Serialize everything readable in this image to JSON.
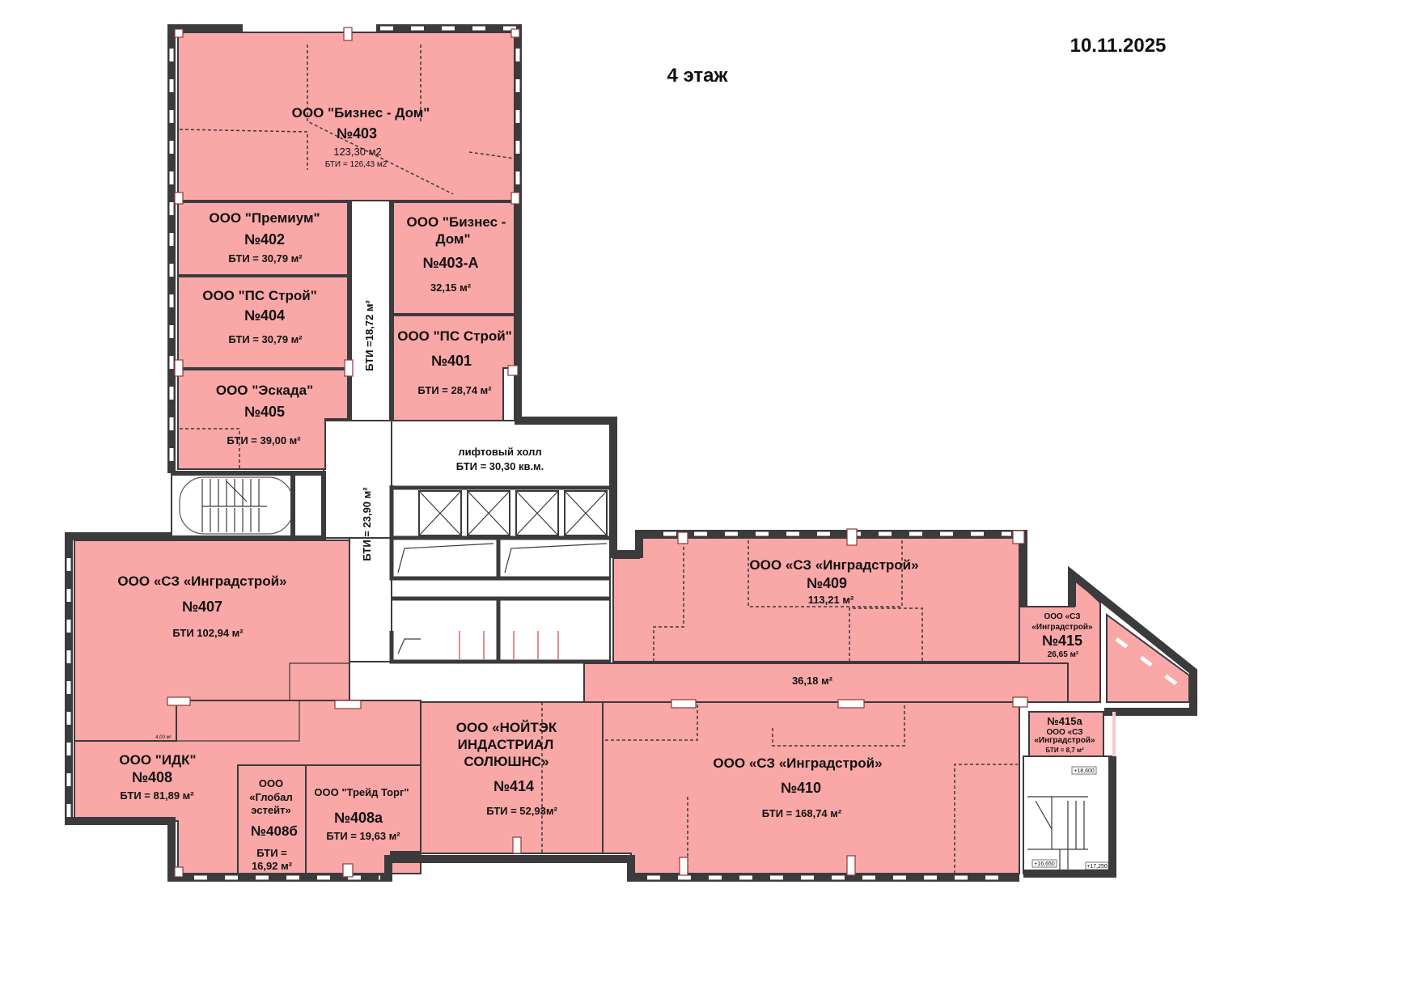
{
  "header": {
    "floor": "4 этаж",
    "date": "10.11.2025"
  },
  "rooms": {
    "r403": {
      "tenant": "ООО \"Бизнес - Дом\"",
      "number": "№403",
      "area": "123,30 м2",
      "bti": "БТИ = 126,43 м2"
    },
    "r402": {
      "tenant": "ООО \"Премиум\"",
      "number": "№402",
      "bti": "БТИ = 30,79 м²"
    },
    "r404": {
      "tenant": "ООО \"ПС Строй\"",
      "number": "№404",
      "bti": "БТИ = 30,79 м²"
    },
    "r405": {
      "tenant": "ООО \"Эскада\"",
      "number": "№405",
      "bti": "БТИ = 39,00 м²"
    },
    "r403a": {
      "tenant_lines": [
        "ООО \"Бизнес -",
        "Дом\""
      ],
      "number": "№403-А",
      "area": "32,15 м²"
    },
    "r401": {
      "tenant": "ООО \"ПС Строй\"",
      "number": "№401",
      "bti": "БТИ = 28,74 м²"
    },
    "lift_hall": {
      "name": "лифтовый холл",
      "bti": "БТИ = 30,30 кв.м."
    },
    "corridor_upper": {
      "bti": "БТИ =18,72 м²"
    },
    "corridor_lower": {
      "bti": "БТИ = 23,90 м²"
    },
    "r407": {
      "tenant": "ООО «СЗ «Инградстрой»",
      "number": "№407",
      "bti": "БТИ 102,94 м²",
      "small_area": "4,00 м²"
    },
    "r408": {
      "tenant": "ООО \"ИДК\"",
      "number": "№408",
      "bti": "БТИ = 81,89 м²"
    },
    "r408b": {
      "tenant_lines": [
        "ООО",
        "«Глобал",
        "эстейт»"
      ],
      "number": "№408б",
      "bti_lines": [
        "БТИ =",
        "16,92 м²"
      ]
    },
    "r408a": {
      "tenant": "ООО \"Трейд Торг\"",
      "number": "№408а",
      "bti": "БТИ = 19,63 м²"
    },
    "r414": {
      "tenant_lines": [
        "ООО «НОЙТЭК",
        "ИНДАСТРИАЛ",
        "СОЛЮШНС»"
      ],
      "number": "№414",
      "bti": "БТИ = 52,93м²"
    },
    "r409": {
      "tenant": "ООО «СЗ «Инградстрой»",
      "number": "№409",
      "area": "113,21 м²"
    },
    "corridor_east": {
      "area": "36,18 м²"
    },
    "r410": {
      "tenant": "ООО «СЗ «Инградстрой»",
      "number": "№410",
      "bti": "БТИ = 168,74 м²"
    },
    "r415": {
      "tenant_lines": [
        "ООО «СЗ",
        "«Инградстрой»"
      ],
      "number": "№415",
      "area": "26,65 м²"
    },
    "r415a": {
      "number": "№415а",
      "tenant_lines": [
        "ООО «СЗ",
        "«Инградстрой»"
      ],
      "bti": "БТИ = 8,7 м²"
    }
  },
  "stair_marks": [
    "+18,600",
    "+16,650",
    "+17,250"
  ],
  "colors": {
    "room_fill": "#f9a7a7",
    "wall": "#3b3b3d"
  }
}
